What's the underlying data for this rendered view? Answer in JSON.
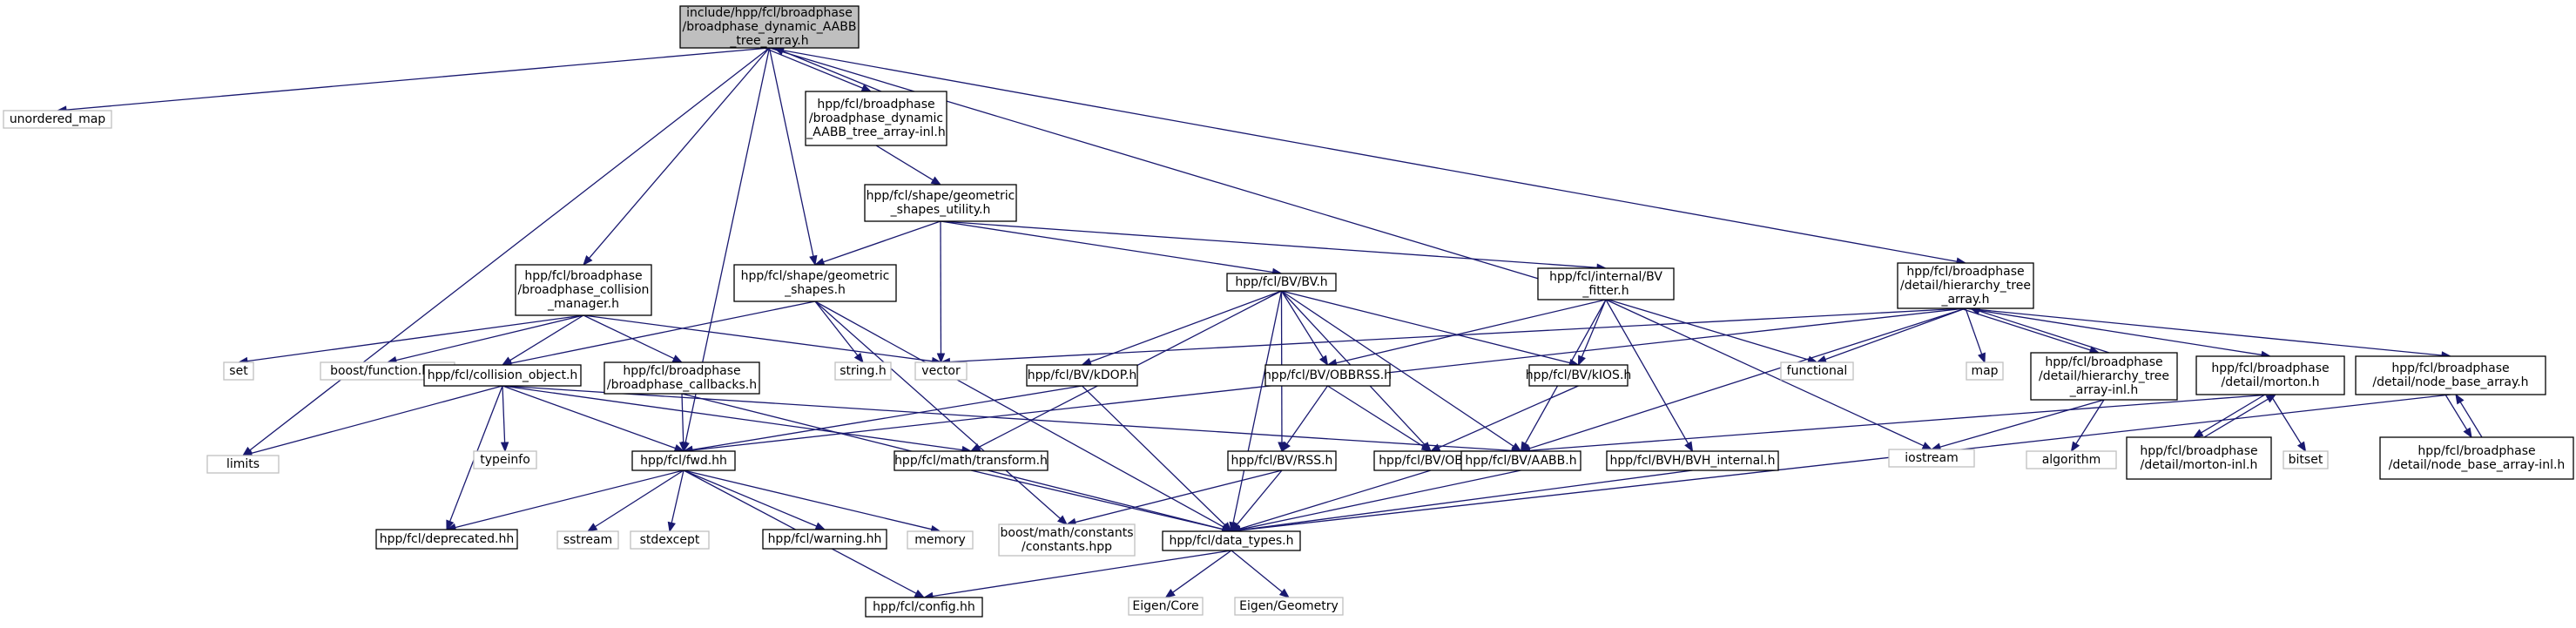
{
  "colors": {
    "edge": "#191970",
    "external_border": "#bfbfbf",
    "root_fill": "#bfbfbf",
    "node_border": "#000000"
  },
  "nodes": [
    {
      "id": "root",
      "kind": "root",
      "lines": [
        "include/hpp/fcl/broadphase",
        "/broadphase_dynamic_AABB",
        "_tree_array.h"
      ]
    },
    {
      "id": "unordered_map",
      "kind": "external",
      "lines": [
        "unordered_map"
      ]
    },
    {
      "id": "tree_array_inl",
      "kind": "header",
      "lines": [
        "hpp/fcl/broadphase",
        "/broadphase_dynamic",
        "_AABB_tree_array-inl.h"
      ]
    },
    {
      "id": "geom_utility",
      "kind": "header",
      "lines": [
        "hpp/fcl/shape/geometric",
        "_shapes_utility.h"
      ]
    },
    {
      "id": "bcm",
      "kind": "header",
      "lines": [
        "hpp/fcl/broadphase",
        "/broadphase_collision",
        "_manager.h"
      ]
    },
    {
      "id": "geom_shapes",
      "kind": "header",
      "lines": [
        "hpp/fcl/shape/geometric",
        "_shapes.h"
      ]
    },
    {
      "id": "bv",
      "kind": "header",
      "lines": [
        "hpp/fcl/BV/BV.h"
      ]
    },
    {
      "id": "bv_fitter",
      "kind": "header",
      "lines": [
        "hpp/fcl/internal/BV",
        "_fitter.h"
      ]
    },
    {
      "id": "hier",
      "kind": "header",
      "lines": [
        "hpp/fcl/broadphase",
        "/detail/hierarchy_tree",
        "_array.h"
      ]
    },
    {
      "id": "set",
      "kind": "external",
      "lines": [
        "set"
      ]
    },
    {
      "id": "boost_function",
      "kind": "external",
      "lines": [
        "boost/function.hpp"
      ]
    },
    {
      "id": "vector",
      "kind": "external",
      "lines": [
        "vector"
      ]
    },
    {
      "id": "string",
      "kind": "external",
      "lines": [
        "string.h"
      ]
    },
    {
      "id": "functional",
      "kind": "external",
      "lines": [
        "functional"
      ]
    },
    {
      "id": "map",
      "kind": "external",
      "lines": [
        "map"
      ]
    },
    {
      "id": "collision_object",
      "kind": "header",
      "lines": [
        "hpp/fcl/collision_object.h"
      ]
    },
    {
      "id": "callbacks",
      "kind": "header",
      "lines": [
        "hpp/fcl/broadphase",
        "/broadphase_callbacks.h"
      ]
    },
    {
      "id": "kdop",
      "kind": "header",
      "lines": [
        "hpp/fcl/BV/kDOP.h"
      ]
    },
    {
      "id": "obbrss",
      "kind": "header",
      "lines": [
        "hpp/fcl/BV/OBBRSS.h"
      ]
    },
    {
      "id": "kios",
      "kind": "header",
      "lines": [
        "hpp/fcl/BV/kIOS.h"
      ]
    },
    {
      "id": "hier_inl",
      "kind": "header",
      "lines": [
        "hpp/fcl/broadphase",
        "/detail/hierarchy_tree",
        "_array-inl.h"
      ]
    },
    {
      "id": "morton",
      "kind": "header",
      "lines": [
        "hpp/fcl/broadphase",
        "/detail/morton.h"
      ]
    },
    {
      "id": "node_base",
      "kind": "header",
      "lines": [
        "hpp/fcl/broadphase",
        "/detail/node_base_array.h"
      ]
    },
    {
      "id": "limits",
      "kind": "external",
      "lines": [
        "limits"
      ]
    },
    {
      "id": "typeinfo",
      "kind": "external",
      "lines": [
        "typeinfo"
      ]
    },
    {
      "id": "fwd",
      "kind": "header",
      "lines": [
        "hpp/fcl/fwd.hh"
      ]
    },
    {
      "id": "transform",
      "kind": "header",
      "lines": [
        "hpp/fcl/math/transform.h"
      ]
    },
    {
      "id": "rss",
      "kind": "header",
      "lines": [
        "hpp/fcl/BV/RSS.h"
      ]
    },
    {
      "id": "obb",
      "kind": "header",
      "lines": [
        "hpp/fcl/BV/OBB.h"
      ]
    },
    {
      "id": "aabb",
      "kind": "header",
      "lines": [
        "hpp/fcl/BV/AABB.h"
      ]
    },
    {
      "id": "bvh_internal",
      "kind": "header",
      "lines": [
        "hpp/fcl/BVH/BVH_internal.h"
      ]
    },
    {
      "id": "iostream",
      "kind": "external",
      "lines": [
        "iostream"
      ]
    },
    {
      "id": "algorithm",
      "kind": "external",
      "lines": [
        "algorithm"
      ]
    },
    {
      "id": "morton_inl",
      "kind": "header",
      "lines": [
        "hpp/fcl/broadphase",
        "/detail/morton-inl.h"
      ]
    },
    {
      "id": "bitset",
      "kind": "external",
      "lines": [
        "bitset"
      ]
    },
    {
      "id": "node_base_inl",
      "kind": "header",
      "lines": [
        "hpp/fcl/broadphase",
        "/detail/node_base_array-inl.h"
      ]
    },
    {
      "id": "deprecated",
      "kind": "header",
      "lines": [
        "hpp/fcl/deprecated.hh"
      ]
    },
    {
      "id": "sstream",
      "kind": "external",
      "lines": [
        "sstream"
      ]
    },
    {
      "id": "stdexcept",
      "kind": "external",
      "lines": [
        "stdexcept"
      ]
    },
    {
      "id": "warning",
      "kind": "header",
      "lines": [
        "hpp/fcl/warning.hh"
      ]
    },
    {
      "id": "memory",
      "kind": "external",
      "lines": [
        "memory"
      ]
    },
    {
      "id": "boost_constants",
      "kind": "external",
      "lines": [
        "boost/math/constants",
        "/constants.hpp"
      ]
    },
    {
      "id": "data_types",
      "kind": "header",
      "lines": [
        "hpp/fcl/data_types.h"
      ]
    },
    {
      "id": "config",
      "kind": "header",
      "lines": [
        "hpp/fcl/config.hh"
      ]
    },
    {
      "id": "eigen_core",
      "kind": "external",
      "lines": [
        "Eigen/Core"
      ]
    },
    {
      "id": "eigen_geometry",
      "kind": "external",
      "lines": [
        "Eigen/Geometry"
      ]
    }
  ],
  "edges": [
    [
      "root",
      "unordered_map"
    ],
    [
      "root",
      "tree_array_inl"
    ],
    [
      "root",
      "bcm"
    ],
    [
      "root",
      "geom_shapes"
    ],
    [
      "root",
      "hier"
    ],
    [
      "root",
      "functional"
    ],
    [
      "root",
      "limits"
    ],
    [
      "root",
      "fwd"
    ],
    [
      "tree_array_inl",
      "root"
    ],
    [
      "tree_array_inl",
      "geom_utility"
    ],
    [
      "geom_utility",
      "geom_shapes"
    ],
    [
      "geom_utility",
      "bv"
    ],
    [
      "geom_utility",
      "bv_fitter"
    ],
    [
      "geom_utility",
      "vector"
    ],
    [
      "bcm",
      "set"
    ],
    [
      "bcm",
      "boost_function"
    ],
    [
      "bcm",
      "vector"
    ],
    [
      "bcm",
      "collision_object"
    ],
    [
      "bcm",
      "callbacks"
    ],
    [
      "geom_shapes",
      "collision_object"
    ],
    [
      "geom_shapes",
      "string"
    ],
    [
      "geom_shapes",
      "data_types"
    ],
    [
      "geom_shapes",
      "boost_constants"
    ],
    [
      "bv",
      "kdop"
    ],
    [
      "bv",
      "obbrss"
    ],
    [
      "bv",
      "kios"
    ],
    [
      "bv",
      "transform"
    ],
    [
      "bv",
      "rss"
    ],
    [
      "bv",
      "obb"
    ],
    [
      "bv",
      "aabb"
    ],
    [
      "bv",
      "data_types"
    ],
    [
      "bv_fitter",
      "obbrss"
    ],
    [
      "bv_fitter",
      "kios"
    ],
    [
      "bv_fitter",
      "aabb"
    ],
    [
      "bv_fitter",
      "bvh_internal"
    ],
    [
      "bv_fitter",
      "iostream"
    ],
    [
      "hier",
      "vector"
    ],
    [
      "hier",
      "functional"
    ],
    [
      "hier",
      "map"
    ],
    [
      "hier",
      "hier_inl"
    ],
    [
      "hier",
      "morton"
    ],
    [
      "hier",
      "node_base"
    ],
    [
      "hier",
      "fwd"
    ],
    [
      "hier",
      "aabb"
    ],
    [
      "hier_inl",
      "hier"
    ],
    [
      "hier_inl",
      "algorithm"
    ],
    [
      "hier_inl",
      "iostream"
    ],
    [
      "morton",
      "morton_inl"
    ],
    [
      "morton",
      "bitset"
    ],
    [
      "morton",
      "aabb"
    ],
    [
      "morton_inl",
      "morton"
    ],
    [
      "node_base",
      "node_base_inl"
    ],
    [
      "node_base",
      "data_types"
    ],
    [
      "node_base_inl",
      "node_base"
    ],
    [
      "collision_object",
      "deprecated"
    ],
    [
      "collision_object",
      "fwd"
    ],
    [
      "collision_object",
      "aabb"
    ],
    [
      "collision_object",
      "transform"
    ],
    [
      "collision_object",
      "limits"
    ],
    [
      "collision_object",
      "typeinfo"
    ],
    [
      "callbacks",
      "fwd"
    ],
    [
      "callbacks",
      "data_types"
    ],
    [
      "kdop",
      "fwd"
    ],
    [
      "kdop",
      "data_types"
    ],
    [
      "obbrss",
      "rss"
    ],
    [
      "obbrss",
      "obb"
    ],
    [
      "kios",
      "obb"
    ],
    [
      "transform",
      "data_types"
    ],
    [
      "rss",
      "data_types"
    ],
    [
      "rss",
      "boost_constants"
    ],
    [
      "obb",
      "data_types"
    ],
    [
      "aabb",
      "data_types"
    ],
    [
      "bvh_internal",
      "data_types"
    ],
    [
      "fwd",
      "deprecated"
    ],
    [
      "fwd",
      "sstream"
    ],
    [
      "fwd",
      "stdexcept"
    ],
    [
      "fwd",
      "warning"
    ],
    [
      "fwd",
      "memory"
    ],
    [
      "fwd",
      "config"
    ],
    [
      "data_types",
      "config"
    ],
    [
      "data_types",
      "eigen_core"
    ],
    [
      "data_types",
      "eigen_geometry"
    ]
  ]
}
